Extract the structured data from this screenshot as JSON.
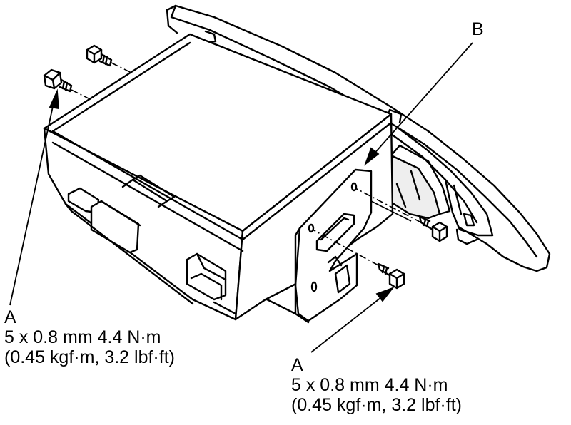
{
  "callouts": {
    "a_left": {
      "letter": "A",
      "spec_line1": "5 x 0.8 mm 4.4 N·m",
      "spec_line2": "(0.45 kgf·m, 3.2 lbf·ft)"
    },
    "a_right": {
      "letter": "A",
      "spec_line1": "5 x 0.8 mm 4.4 N·m",
      "spec_line2": "(0.45 kgf·m, 3.2 lbf·ft)"
    },
    "b": {
      "letter": "B"
    }
  },
  "colors": {
    "line": "#000000",
    "background": "#ffffff",
    "shade": "#e6e6e6"
  }
}
